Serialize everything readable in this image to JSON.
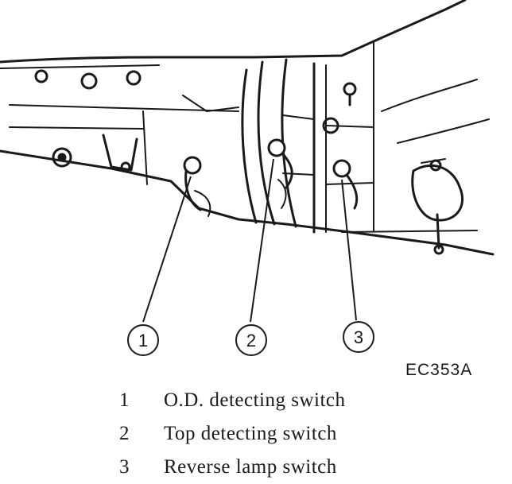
{
  "figure_code": "EC353A",
  "callouts": [
    "1",
    "2",
    "3"
  ],
  "legend": [
    {
      "number": "1",
      "text": "O.D. detecting switch"
    },
    {
      "number": "2",
      "text": "Top detecting switch"
    },
    {
      "number": "3",
      "text": "Reverse lamp switch"
    }
  ]
}
